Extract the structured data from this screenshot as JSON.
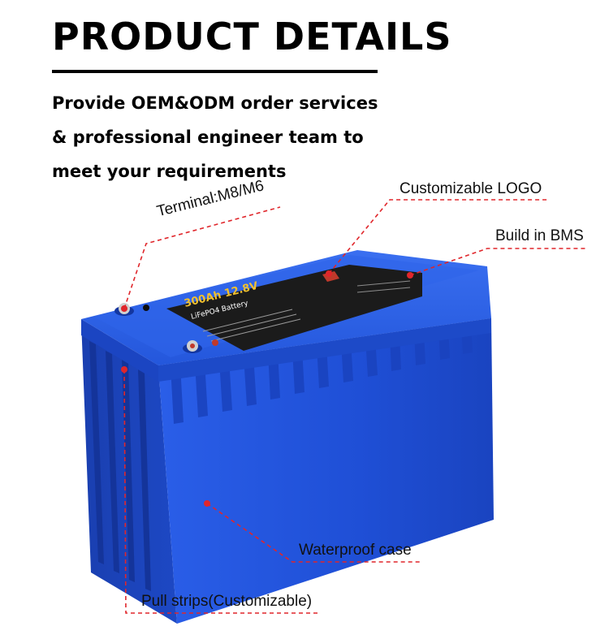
{
  "heading": {
    "title": "PRODUCT DETAILS"
  },
  "intro": {
    "line1": "Provide OEM&ODM order services",
    "line2": "& professional engineer team to",
    "line3": "meet your requirements"
  },
  "callouts": {
    "logo": "Customizable LOGO",
    "terminal": "Terminal:M8/M6",
    "bms": "Build in BMS",
    "case": "Waterproof case",
    "strips": "Pull strips(Customizable)"
  },
  "battery_label": {
    "model": "300Ah 12.8V",
    "chemistry": "LiFePO4 Battery"
  },
  "colors": {
    "case_blue": "#1f4fd6",
    "case_dark": "#1438a8",
    "label_black": "#1b1b1b",
    "label_gold": "#f2c12e",
    "callout_red": "#e0262b"
  }
}
